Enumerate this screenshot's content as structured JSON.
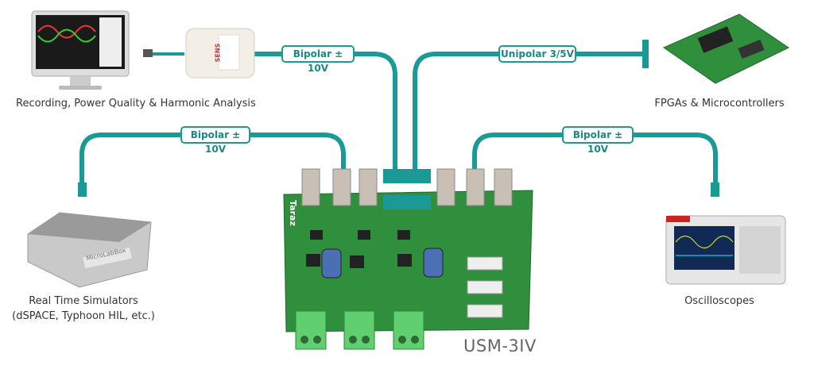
{
  "colors": {
    "cable": "#1a9a96",
    "board": "#2f8f3c",
    "terminal": "#5fcf6f"
  },
  "links": {
    "top_left": "Bipolar ± 10V",
    "top_right": "Unipolar 3/5V",
    "mid_left": "Bipolar ± 10V",
    "mid_right": "Bipolar ± 10V"
  },
  "devices": {
    "recording": "Recording, Power Quality & Harmonic Analysis",
    "fpga": "FPGAs & Microcontrollers",
    "simulators_line1": "Real Time Simulators",
    "simulators_line2": "(dSPACE, Typhoon HIL, etc.)",
    "oscilloscopes": "Oscilloscopes",
    "board_model": "USM-3IV",
    "board_brand": "Taraz",
    "dongle_brand": "SENS",
    "simulator_brand": "MicroLabBox"
  }
}
